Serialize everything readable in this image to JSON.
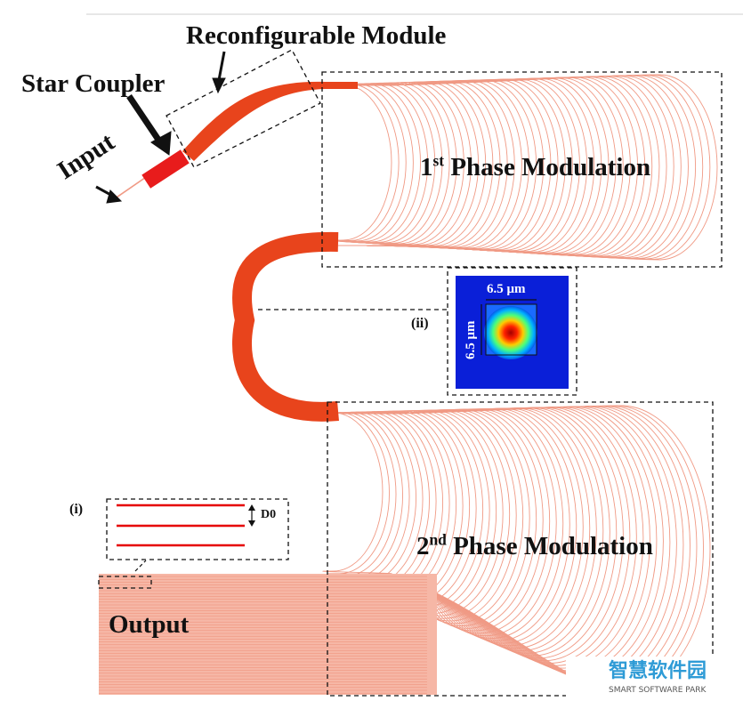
{
  "labels": {
    "reconfigurable_module": "Reconfigurable Module",
    "star_coupler": "Star Coupler",
    "input": "Input",
    "phase1_num": "1",
    "phase1_sup": "st",
    "phase1_text": " Phase Modulation",
    "phase2_num": "2",
    "phase2_sup": "nd",
    "phase2_text": " Phase Modulation",
    "output": "Output",
    "inset_i": "(i)",
    "inset_ii": "(ii)",
    "gap_label": "D0",
    "mode_width": "6.5 μm",
    "mode_height": "6.5 μm"
  },
  "watermark": {
    "name": "智慧软件园",
    "subtitle": "SMART SOFTWARE PARK",
    "colors": [
      "#2e9bd6",
      "#7cb93b",
      "#f2a71b",
      "#e8484b"
    ]
  },
  "colors": {
    "bundle": "#e8441c",
    "fiber": "#f09a85",
    "output_fill": "#f6b7a6",
    "inset_line": "#e60000",
    "coupler": "#e81c1c"
  }
}
